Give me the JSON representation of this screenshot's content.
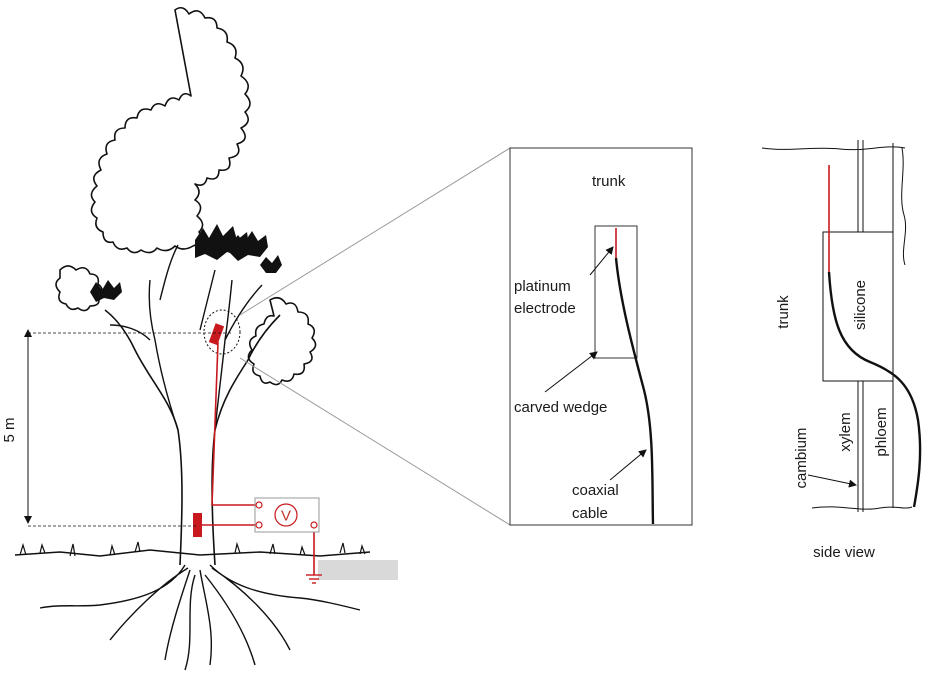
{
  "colors": {
    "wire_red": "#c8191e",
    "ink": "#111111",
    "guide_gray": "#9a9a9a",
    "ground_band": "#d9d9d9"
  },
  "tree_panel": {
    "height_label": "5 m",
    "voltmeter_symbol": "V"
  },
  "detail_panel": {
    "trunk_label": "trunk",
    "platinum_line1": "platinum",
    "platinum_line2": "electrode",
    "wedge_label": "carved wedge",
    "coax_line1": "coaxial",
    "coax_line2": "cable"
  },
  "side_panel": {
    "trunk_label": "trunk",
    "silicone_label": "silicone",
    "xylem_label": "xylem",
    "phloem_label": "phloem",
    "cambium_label": "cambium",
    "caption": "side view"
  }
}
